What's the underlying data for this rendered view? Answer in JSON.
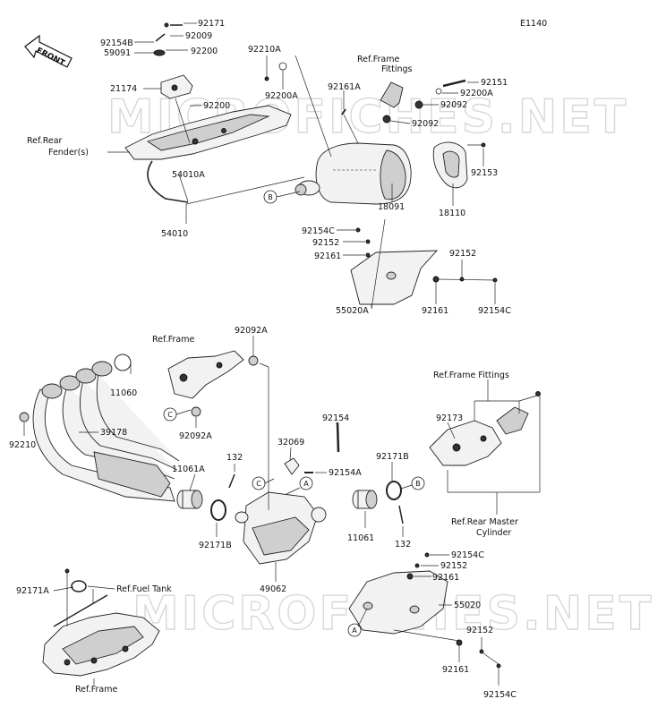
{
  "diagram_code": "E1140",
  "front_label": "FRONT",
  "watermark": "MICROFICHES.NET",
  "callouts": [
    "A",
    "B",
    "C"
  ],
  "refs": {
    "rear_fender": [
      "Ref.Rear",
      "Fender(s)"
    ],
    "frame_fittings_top": [
      "Ref.Frame",
      "Fittings"
    ],
    "frame_mid": "Ref.Frame",
    "frame_fittings_right": "Ref.Frame Fittings",
    "rear_master_cylinder": [
      "Ref.Rear Master",
      "Cylinder"
    ],
    "fuel_tank": "Ref.Fuel Tank",
    "frame_bottom": "Ref.Frame"
  },
  "parts": {
    "p92171_top": "92171",
    "p92009": "92009",
    "p92154B": "92154B",
    "p59091": "59091",
    "p92200_top": "92200",
    "p21174": "21174",
    "p92200_mid": "92200",
    "p54010A": "54010A",
    "p54010": "54010",
    "p92210A": "92210A",
    "p92200A_left": "92200A",
    "p92161A": "92161A",
    "p92151": "92151",
    "p92200A_right": "92200A",
    "p92092_a": "92092",
    "p92092_b": "92092",
    "p92153": "92153",
    "p18091": "18091",
    "p18110": "18110",
    "p92154C_top": "92154C",
    "p92152_top": "92152",
    "p92161_top": "92161",
    "p92152_right": "92152",
    "p55020A": "55020A",
    "p92161_right": "92161",
    "p92154C_right": "92154C",
    "p92092A_top": "92092A",
    "p11060": "11060",
    "p92210": "92210",
    "p39178": "39178",
    "p92092A_bottom": "92092A",
    "p92154": "92154",
    "p32069": "32069",
    "p92154A": "92154A",
    "p92173": "92173",
    "p132_top": "132",
    "p11061A": "11061A",
    "p92171B_top": "92171B",
    "p92171B_left": "92171B",
    "p11061": "11061",
    "p132_bottom": "132",
    "p49062": "49062",
    "p92154C_low": "92154C",
    "p92152_low": "92152",
    "p92161_low": "92161",
    "p55020": "55020",
    "p92171A": "92171A",
    "p92152_bottom": "92152",
    "p92161_bottom": "92161",
    "p92154C_bottom": "92154C"
  }
}
